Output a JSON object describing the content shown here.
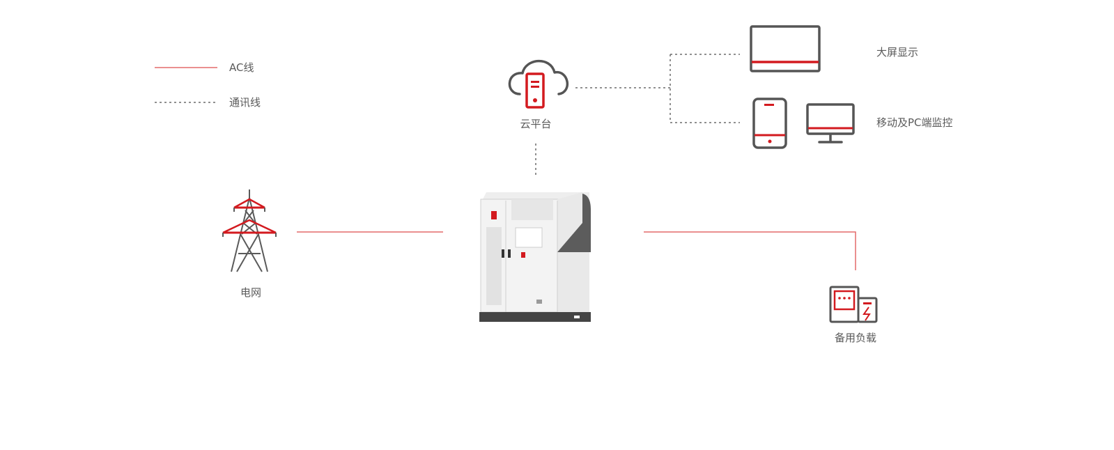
{
  "legend": {
    "ac_line_label": "AC线",
    "comm_line_label": "通讯线"
  },
  "nodes": {
    "cloud_label": "云平台",
    "grid_label": "电网",
    "large_screen_label": "大屏显示",
    "mobile_pc_label": "移动及PC端监控",
    "backup_load_label": "备用负载"
  },
  "colors": {
    "ac_line": "#e46a6a",
    "comm_line": "#6b6b6b",
    "accent": "#d31a1f",
    "icon_gray": "#555555",
    "label_text": "#5a5a5a"
  }
}
